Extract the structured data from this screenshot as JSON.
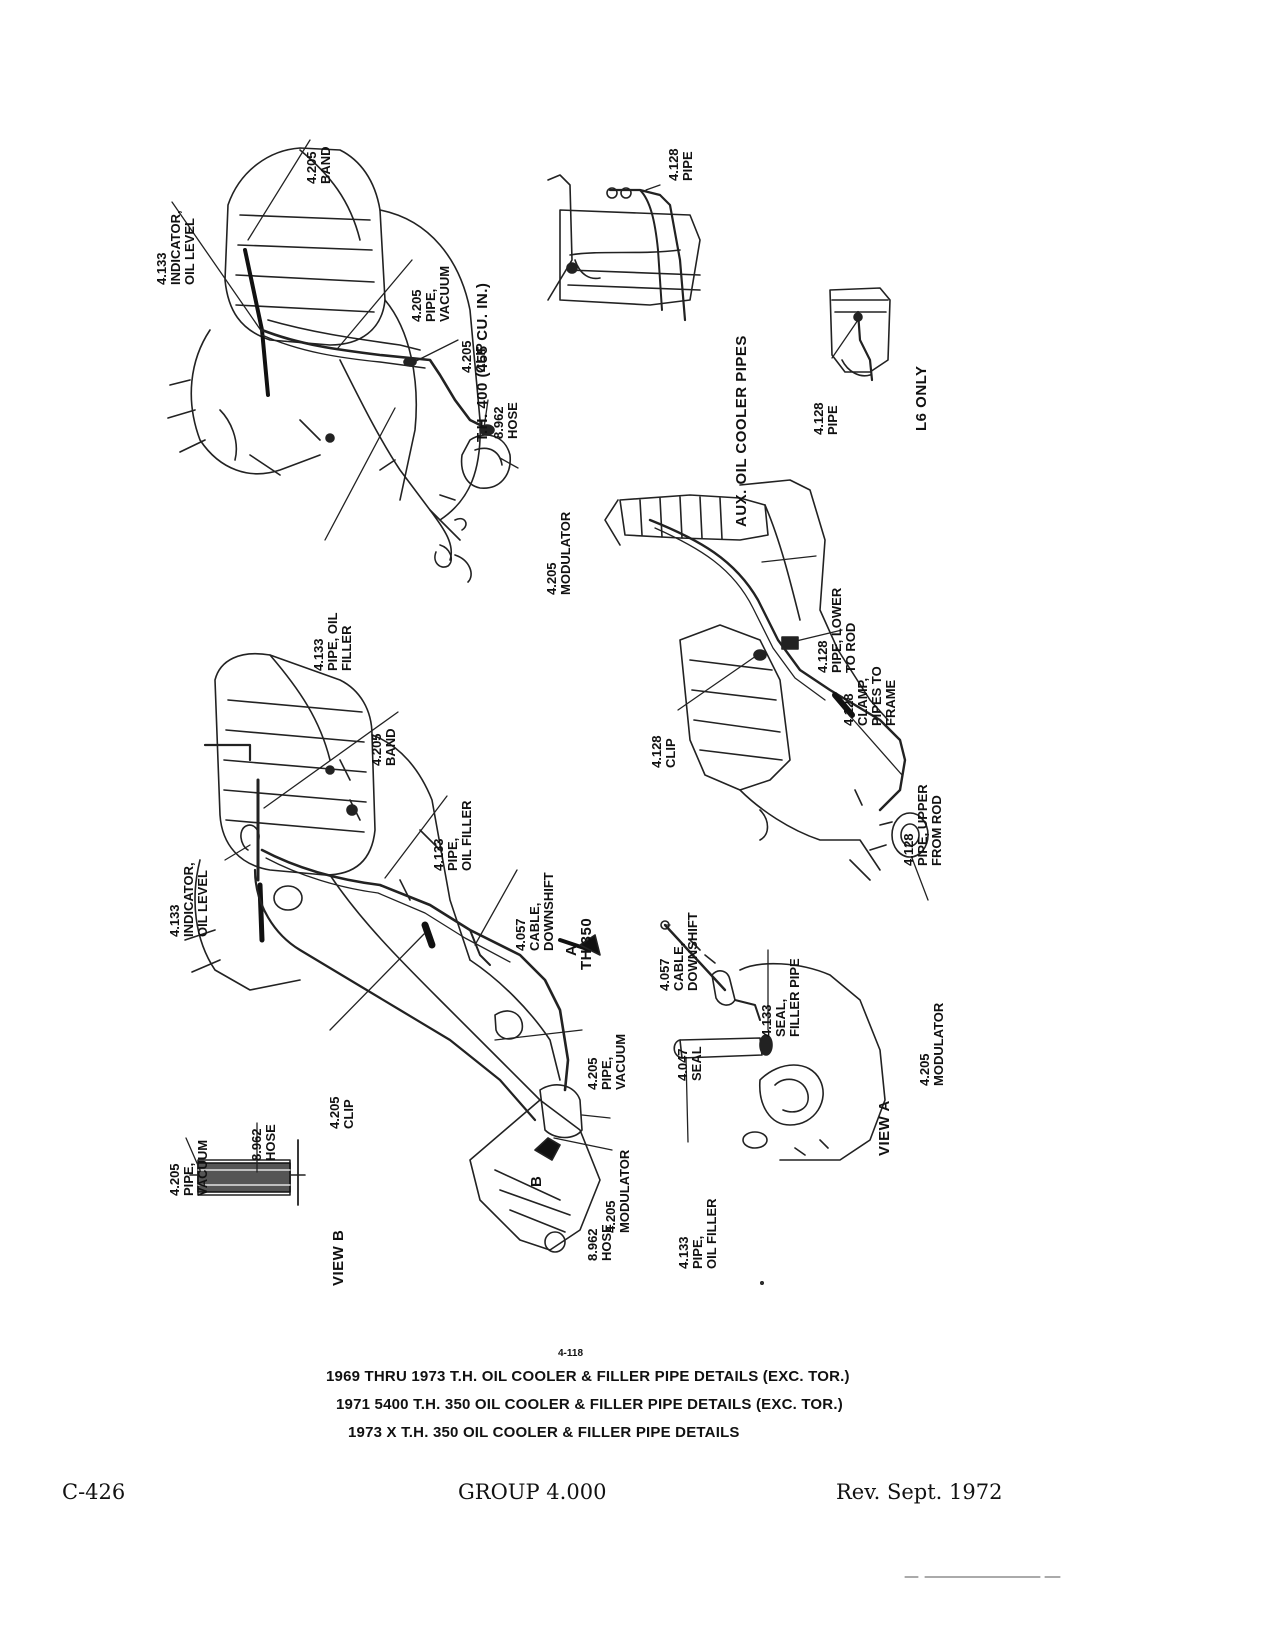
{
  "diagram": {
    "figure_number": "4-118",
    "caption_lines": [
      "1969 THRU 1973 T.H. OIL COOLER & FILLER PIPE DETAILS (EXC. TOR.)",
      "1971 5400 T.H. 350 OIL COOLER & FILLER PIPE DETAILS (EXC. TOR.)",
      "1973 X T.H. 350 OIL COOLER & FILLER PIPE DETAILS"
    ],
    "view_titles": {
      "th400": "T.H. 400 (455 CU. IN.)",
      "aux": "AUX. OIL COOLER PIPES",
      "l6": "L6 ONLY",
      "th350": "TH 350",
      "view_a": "VIEW A",
      "view_b": "VIEW B"
    },
    "markers": {
      "a": "A",
      "b": "B"
    },
    "labels": {
      "indicator_top": [
        "4.133",
        "INDICATOR,",
        "OIL LEVEL"
      ],
      "band_top": [
        "4.205",
        "BAND"
      ],
      "pipe_vacuum_top": [
        "4.205",
        "PIPE,",
        "VACUUM"
      ],
      "clip_top": [
        "4.205",
        "CLIP"
      ],
      "hose_top": [
        "8.962",
        "HOSE"
      ],
      "modulator_top": [
        "4.205",
        "MODULATOR"
      ],
      "pipe_oil_filler_top": [
        "4.133",
        "PIPE, OIL",
        "FILLER"
      ],
      "aux_pipe": [
        "4.128",
        "PIPE"
      ],
      "l6_pipe": [
        "4.128",
        "PIPE"
      ],
      "pipe_lower": [
        "4.128",
        "PIPE, LOWER",
        "TO ROD"
      ],
      "clamp": [
        "4.128",
        "CLAMP,",
        "PIPES TO",
        "FRAME"
      ],
      "clip_right": [
        "4.128",
        "CLIP"
      ],
      "pipe_upper": [
        "4.128",
        "PIPE, UPPER",
        "FROM ROD"
      ],
      "modulator_right": [
        "4.205",
        "MODULATOR"
      ],
      "cable_a": [
        "4.057",
        "CABLE,",
        "DOWNSHIFT"
      ],
      "seal_filler": [
        "4.133",
        "SEAL,",
        "FILLER PIPE"
      ],
      "seal": [
        "4.047",
        "SEAL"
      ],
      "pipe_oil_filler_a": [
        "4.133",
        "PIPE,",
        "OIL FILLER"
      ],
      "indicator_mid": [
        "4.133",
        "INDICATOR,",
        "OIL LEVEL"
      ],
      "band_mid": [
        "4.205",
        "BAND"
      ],
      "pipe_oil_filler_mid": [
        "4.133",
        "PIPE,",
        "OIL FILLER"
      ],
      "cable_mid": [
        "4.057",
        "CABLE,",
        "DOWNSHIFT"
      ],
      "clip_mid": [
        "4.205",
        "CLIP"
      ],
      "pipe_vacuum_mid": [
        "4.205",
        "PIPE,",
        "VACUUM"
      ],
      "modulator_mid": [
        "4.205",
        "MODULATOR"
      ],
      "hose_mid": [
        "8.962",
        "HOSE"
      ],
      "pipe_vacuum_b": [
        "4.205",
        "PIPE,",
        "VACUUM"
      ],
      "hose_b": [
        "8.962",
        "HOSE"
      ]
    }
  },
  "footer": {
    "page_code": "C-426",
    "group": "GROUP 4.000",
    "revision": "Rev. Sept. 1972"
  }
}
